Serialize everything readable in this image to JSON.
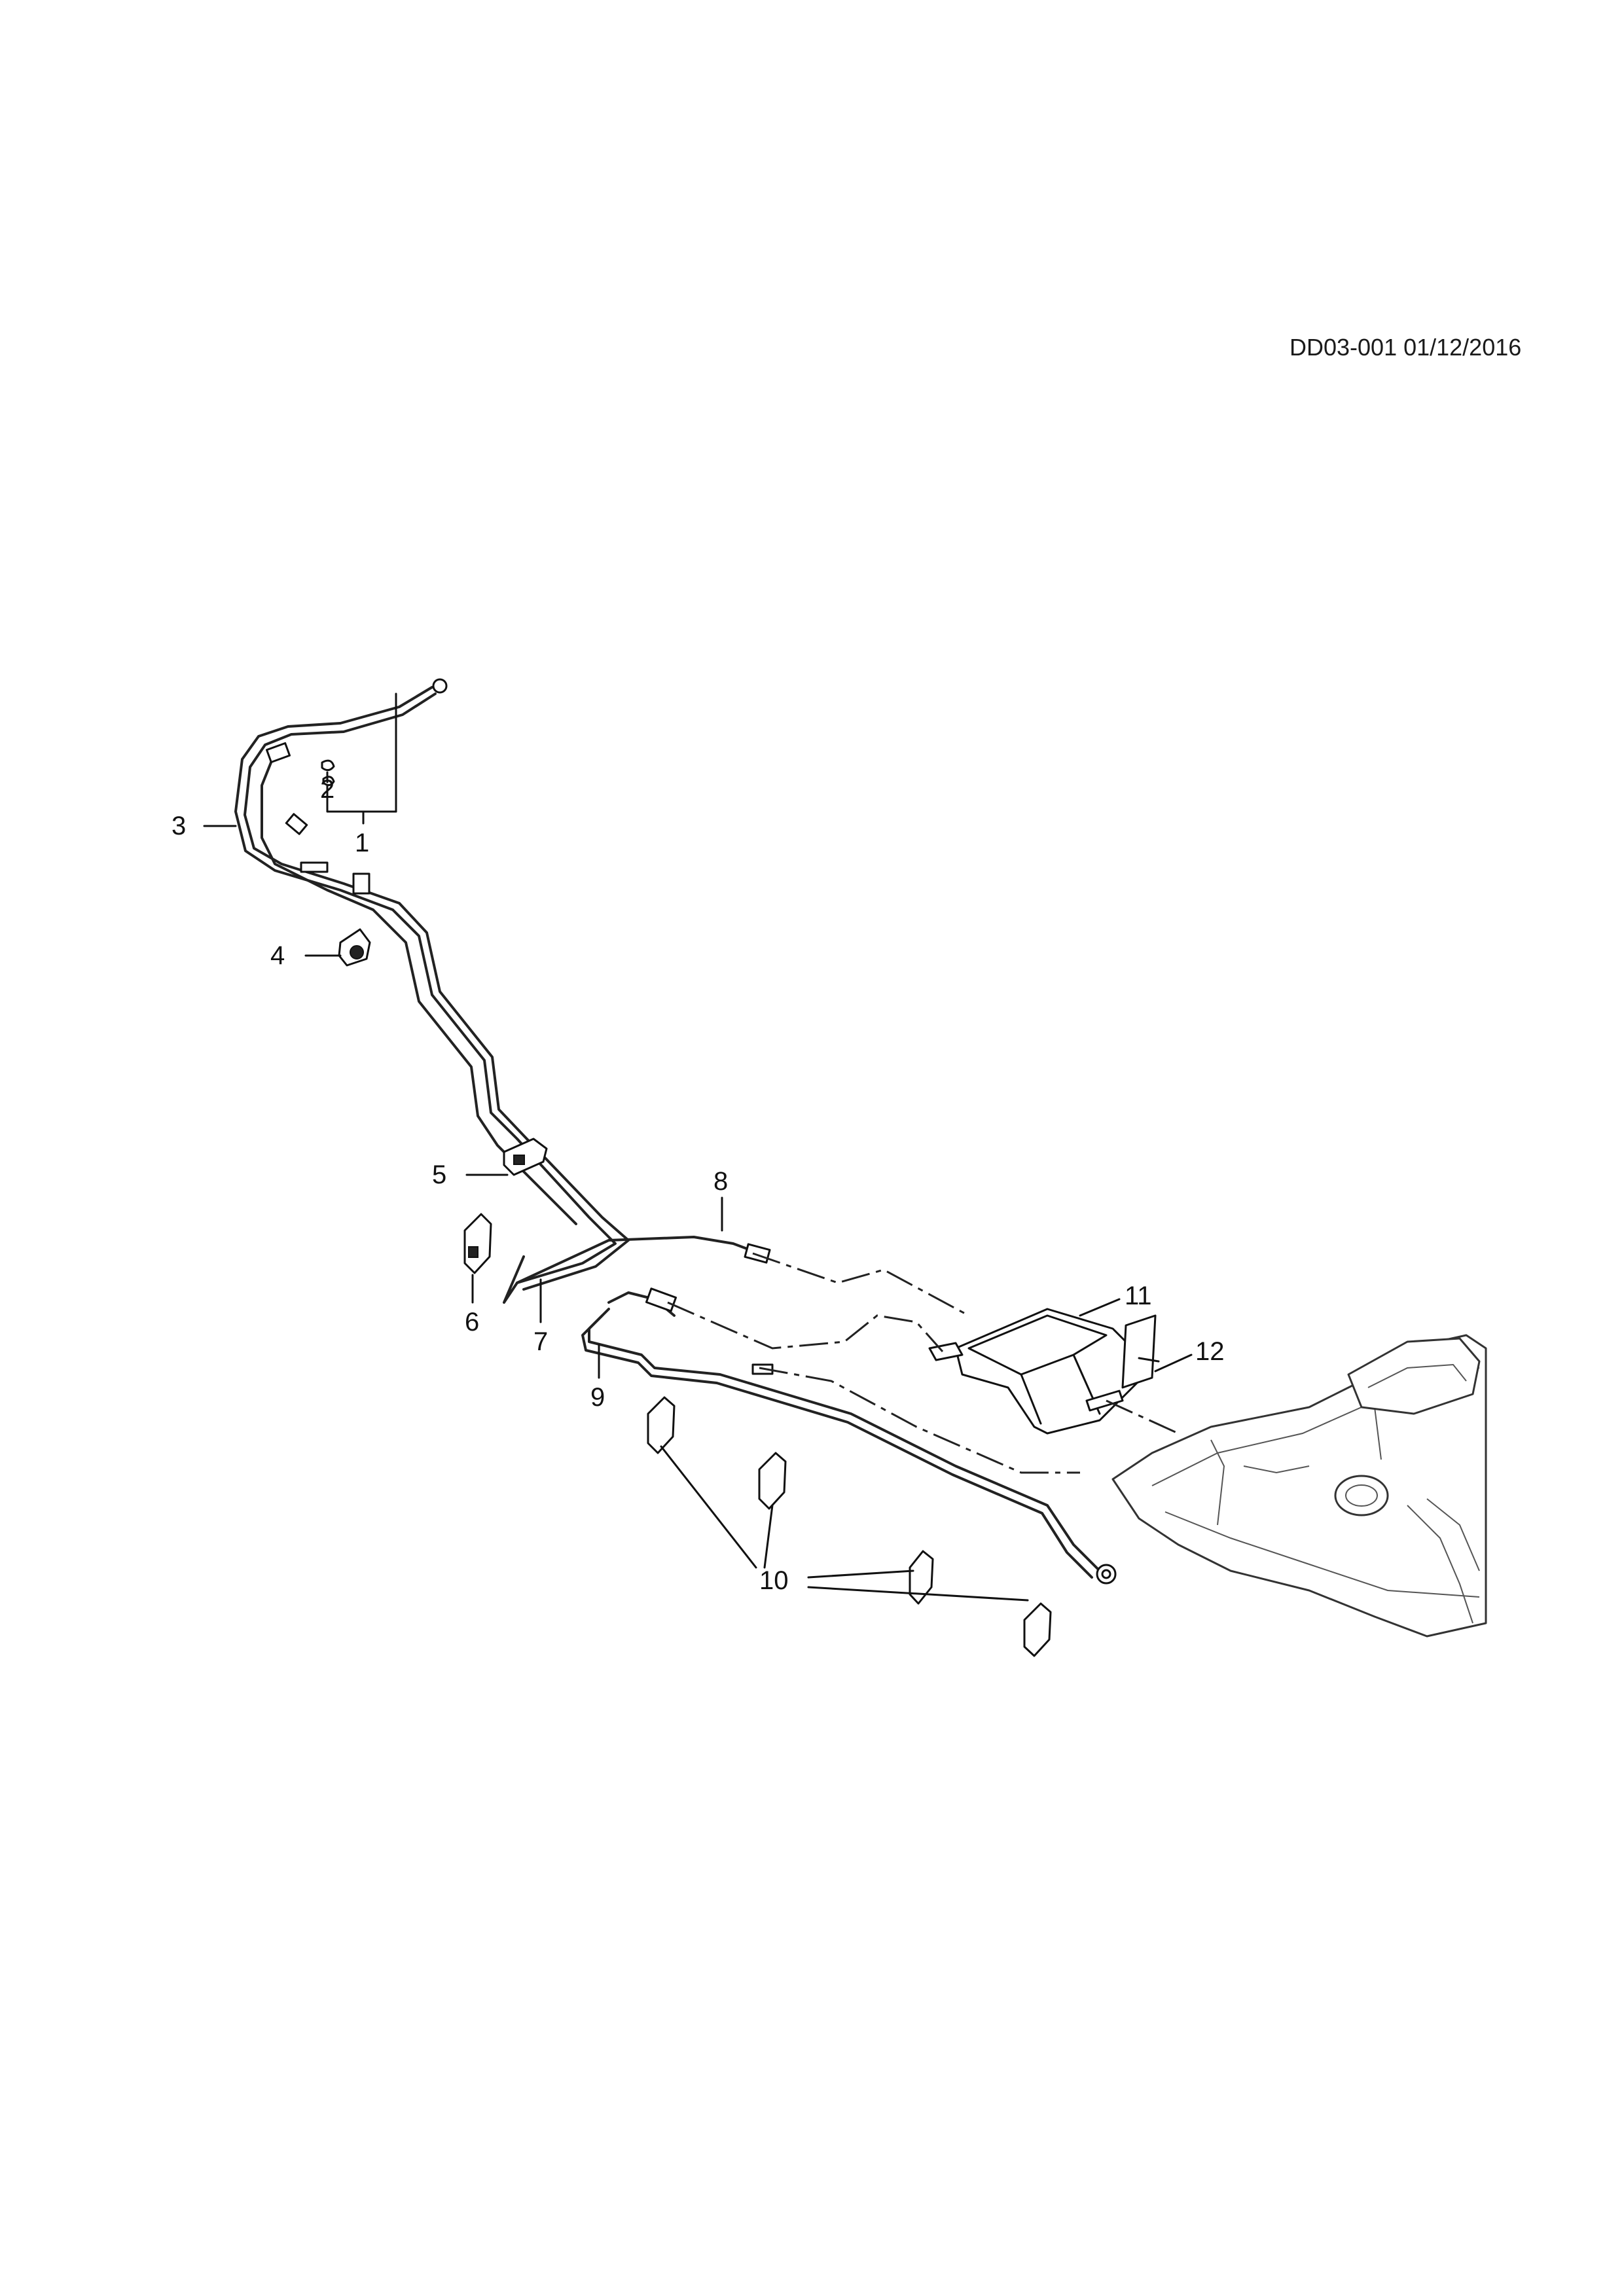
{
  "header": {
    "document_id": "DD03-001 01/12/2016"
  },
  "callouts": [
    {
      "number": "1"
    },
    {
      "number": "2"
    },
    {
      "number": "3"
    },
    {
      "number": "4"
    },
    {
      "number": "5"
    },
    {
      "number": "6"
    },
    {
      "number": "7"
    },
    {
      "number": "8"
    },
    {
      "number": "9"
    },
    {
      "number": "10"
    },
    {
      "number": "11"
    },
    {
      "number": "12"
    }
  ]
}
